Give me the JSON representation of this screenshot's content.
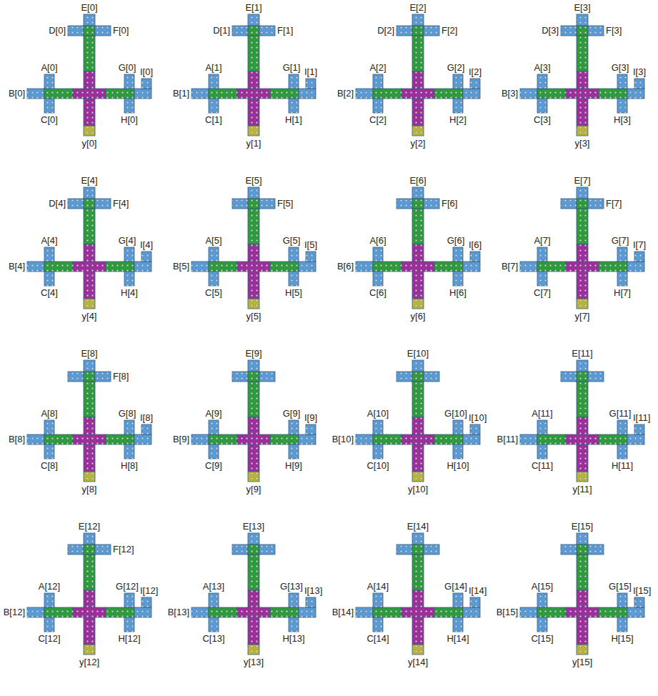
{
  "diagram": {
    "labels": [
      "E[0]",
      "D[0]",
      "F[0]",
      "A[0]",
      "G[0]",
      "I[0]",
      "B[0]",
      "C[0]",
      "H[0]",
      "y[0]",
      "E[1]",
      "D[1]",
      "F[1]",
      "A[1]",
      "G[1]",
      "I[1]",
      "B[1]",
      "C[1]",
      "H[1]",
      "y[1]",
      "E[2]",
      "D[2]",
      "F[2]",
      "A[2]",
      "G[2]",
      "I[2]",
      "B[2]",
      "C[2]",
      "H[2]",
      "y[2]",
      "E[3]",
      "D[3]",
      "F[3]",
      "A[3]",
      "G[3]",
      "I[3]",
      "B[3]",
      "C[3]",
      "H[3]",
      "y[3]",
      "E[4]",
      "D[4]",
      "F[4]",
      "A[4]",
      "G[4]",
      "I[4]",
      "B[4]",
      "C[4]",
      "H[4]",
      "y[4]",
      "E[5]",
      "F[5]",
      "A[5]",
      "G[5]",
      "I[5]",
      "B[5]",
      "C[5]",
      "H[5]",
      "y[5]",
      "E[6]",
      "F[6]",
      "A[6]",
      "G[6]",
      "I[6]",
      "B[6]",
      "C[6]",
      "H[6]",
      "y[6]",
      "E[7]",
      "F[7]",
      "A[7]",
      "G[7]",
      "I[7]",
      "B[7]",
      "C[7]",
      "H[7]",
      "y[7]",
      "E[8]",
      "F[8]",
      "A[8]",
      "G[8]",
      "I[8]",
      "B[8]",
      "C[8]",
      "H[8]",
      "y[8]",
      "E[9]",
      "A[9]",
      "G[9]",
      "I[9]",
      "B[9]",
      "C[9]",
      "H[9]",
      "y[9]",
      "E[10]",
      "A[10]",
      "G[10]",
      "I[10]",
      "B[10]",
      "C[10]",
      "H[10]",
      "y[10]",
      "E[11]",
      "A[11]",
      "G[11]",
      "I[11]",
      "B[11]",
      "C[11]",
      "H[11]",
      "y[11]",
      "E[12]",
      "F[12]",
      "A[12]",
      "G[12]",
      "I[12]",
      "B[12]",
      "C[12]",
      "H[12]",
      "y[12]",
      "E[13]",
      "A[13]",
      "G[13]",
      "I[13]",
      "B[13]",
      "C[13]",
      "H[13]",
      "y[13]",
      "E[14]",
      "A[14]",
      "G[14]",
      "I[14]",
      "B[14]",
      "C[14]",
      "H[14]",
      "y[14]",
      "E[15]",
      "A[15]",
      "G[15]",
      "I[15]",
      "B[15]",
      "C[15]",
      "H[15]",
      "y[15]"
    ]
  }
}
